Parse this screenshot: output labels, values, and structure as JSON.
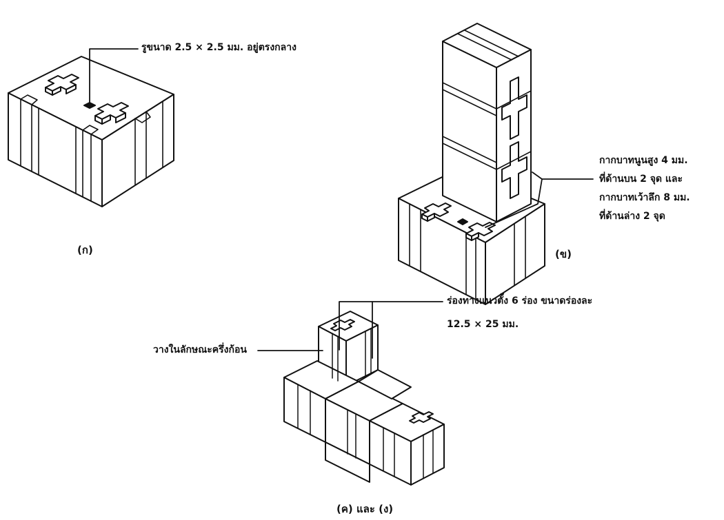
{
  "figure_a": {
    "callout": "รูขนาด 2.5 × 2.5 มม. อยู่ตรงกลาง",
    "caption": "(ก)"
  },
  "figure_b": {
    "callout_lines": [
      "กากบาทนูนสูง 4 มม.",
      "ที่ด้านบน 2 จุด และ",
      "กากบาทเว้าลึก 8 มม.",
      "ที่ด้านล่าง 2 จุด"
    ],
    "caption": "(ข)"
  },
  "figure_cd": {
    "callout_channels_line1": "ร่องทางแนวตั้ง 6 ร่อง ขนาดร่องละ",
    "callout_channels_line2": "12.5 × 25 มม.",
    "callout_half": "วางในลักษณะครึ่งก้อน",
    "caption": "(ค) และ (ง)"
  },
  "colors": {
    "ink": "#111111",
    "paper": "#ffffff"
  }
}
